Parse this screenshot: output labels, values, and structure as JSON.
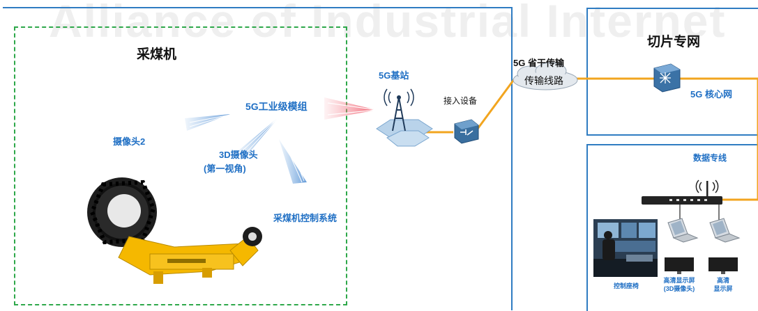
{
  "watermark": "Alliance of Industrial Internet",
  "shearer": {
    "title": "采煤机",
    "module_label": "5G工业级模组",
    "camera2_label": "摄像头2",
    "camera3d_line1": "3D摄像头",
    "camera3d_line2": "(第一视角)",
    "control_system_label": "采煤机控制系统"
  },
  "base_station": {
    "label": "5G基站"
  },
  "access_device": {
    "label": "接入设备"
  },
  "transmission": {
    "title": "5G 省干传输",
    "cloud_label": "传输线路"
  },
  "slice_network": {
    "title": "切片专网",
    "core_label": "5G 核心网"
  },
  "data_line": {
    "title": "数据专线",
    "control_seat_label": "控制座椅",
    "hd_display_3d_line1": "高清显示屏",
    "hd_display_3d_line2": "(3D摄像头)",
    "hd_display_line1": "高清",
    "hd_display_line2": "显示屏"
  },
  "colors": {
    "frame_blue": "#2f7cc2",
    "dashed_green": "#2ea84a",
    "link_orange": "#f2a51f",
    "label_blue": "#1f6fc4"
  }
}
